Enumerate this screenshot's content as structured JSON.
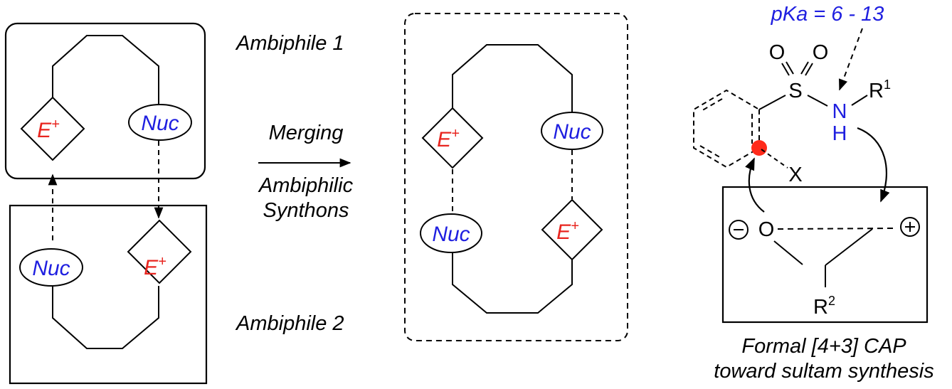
{
  "labels": {
    "ambiphile1": "Ambiphile 1",
    "ambiphile2": "Ambiphile 2",
    "merging_line1": "Merging",
    "merging_line2": "Ambiphilic",
    "merging_line3": "Synthons",
    "pka": "pKa = 6 - 13",
    "caption_line1": "Formal [4+3] CAP",
    "caption_line2": "toward sultam synthesis"
  },
  "synthons": {
    "electrophile": "E",
    "electrophile_sup": "+",
    "nucleophile": "Nuc"
  },
  "atoms": {
    "O": "O",
    "S": "S",
    "N": "N",
    "H": "H",
    "R": "R",
    "R1_sup": "1",
    "R2_sup": "2",
    "X": "X"
  },
  "colors": {
    "electrophile": "#e8251f",
    "nucleophile": "#1f1fe0",
    "pka": "#1f1fe0",
    "lines": "#000000",
    "reactive_dot": "#ff2a1a"
  }
}
